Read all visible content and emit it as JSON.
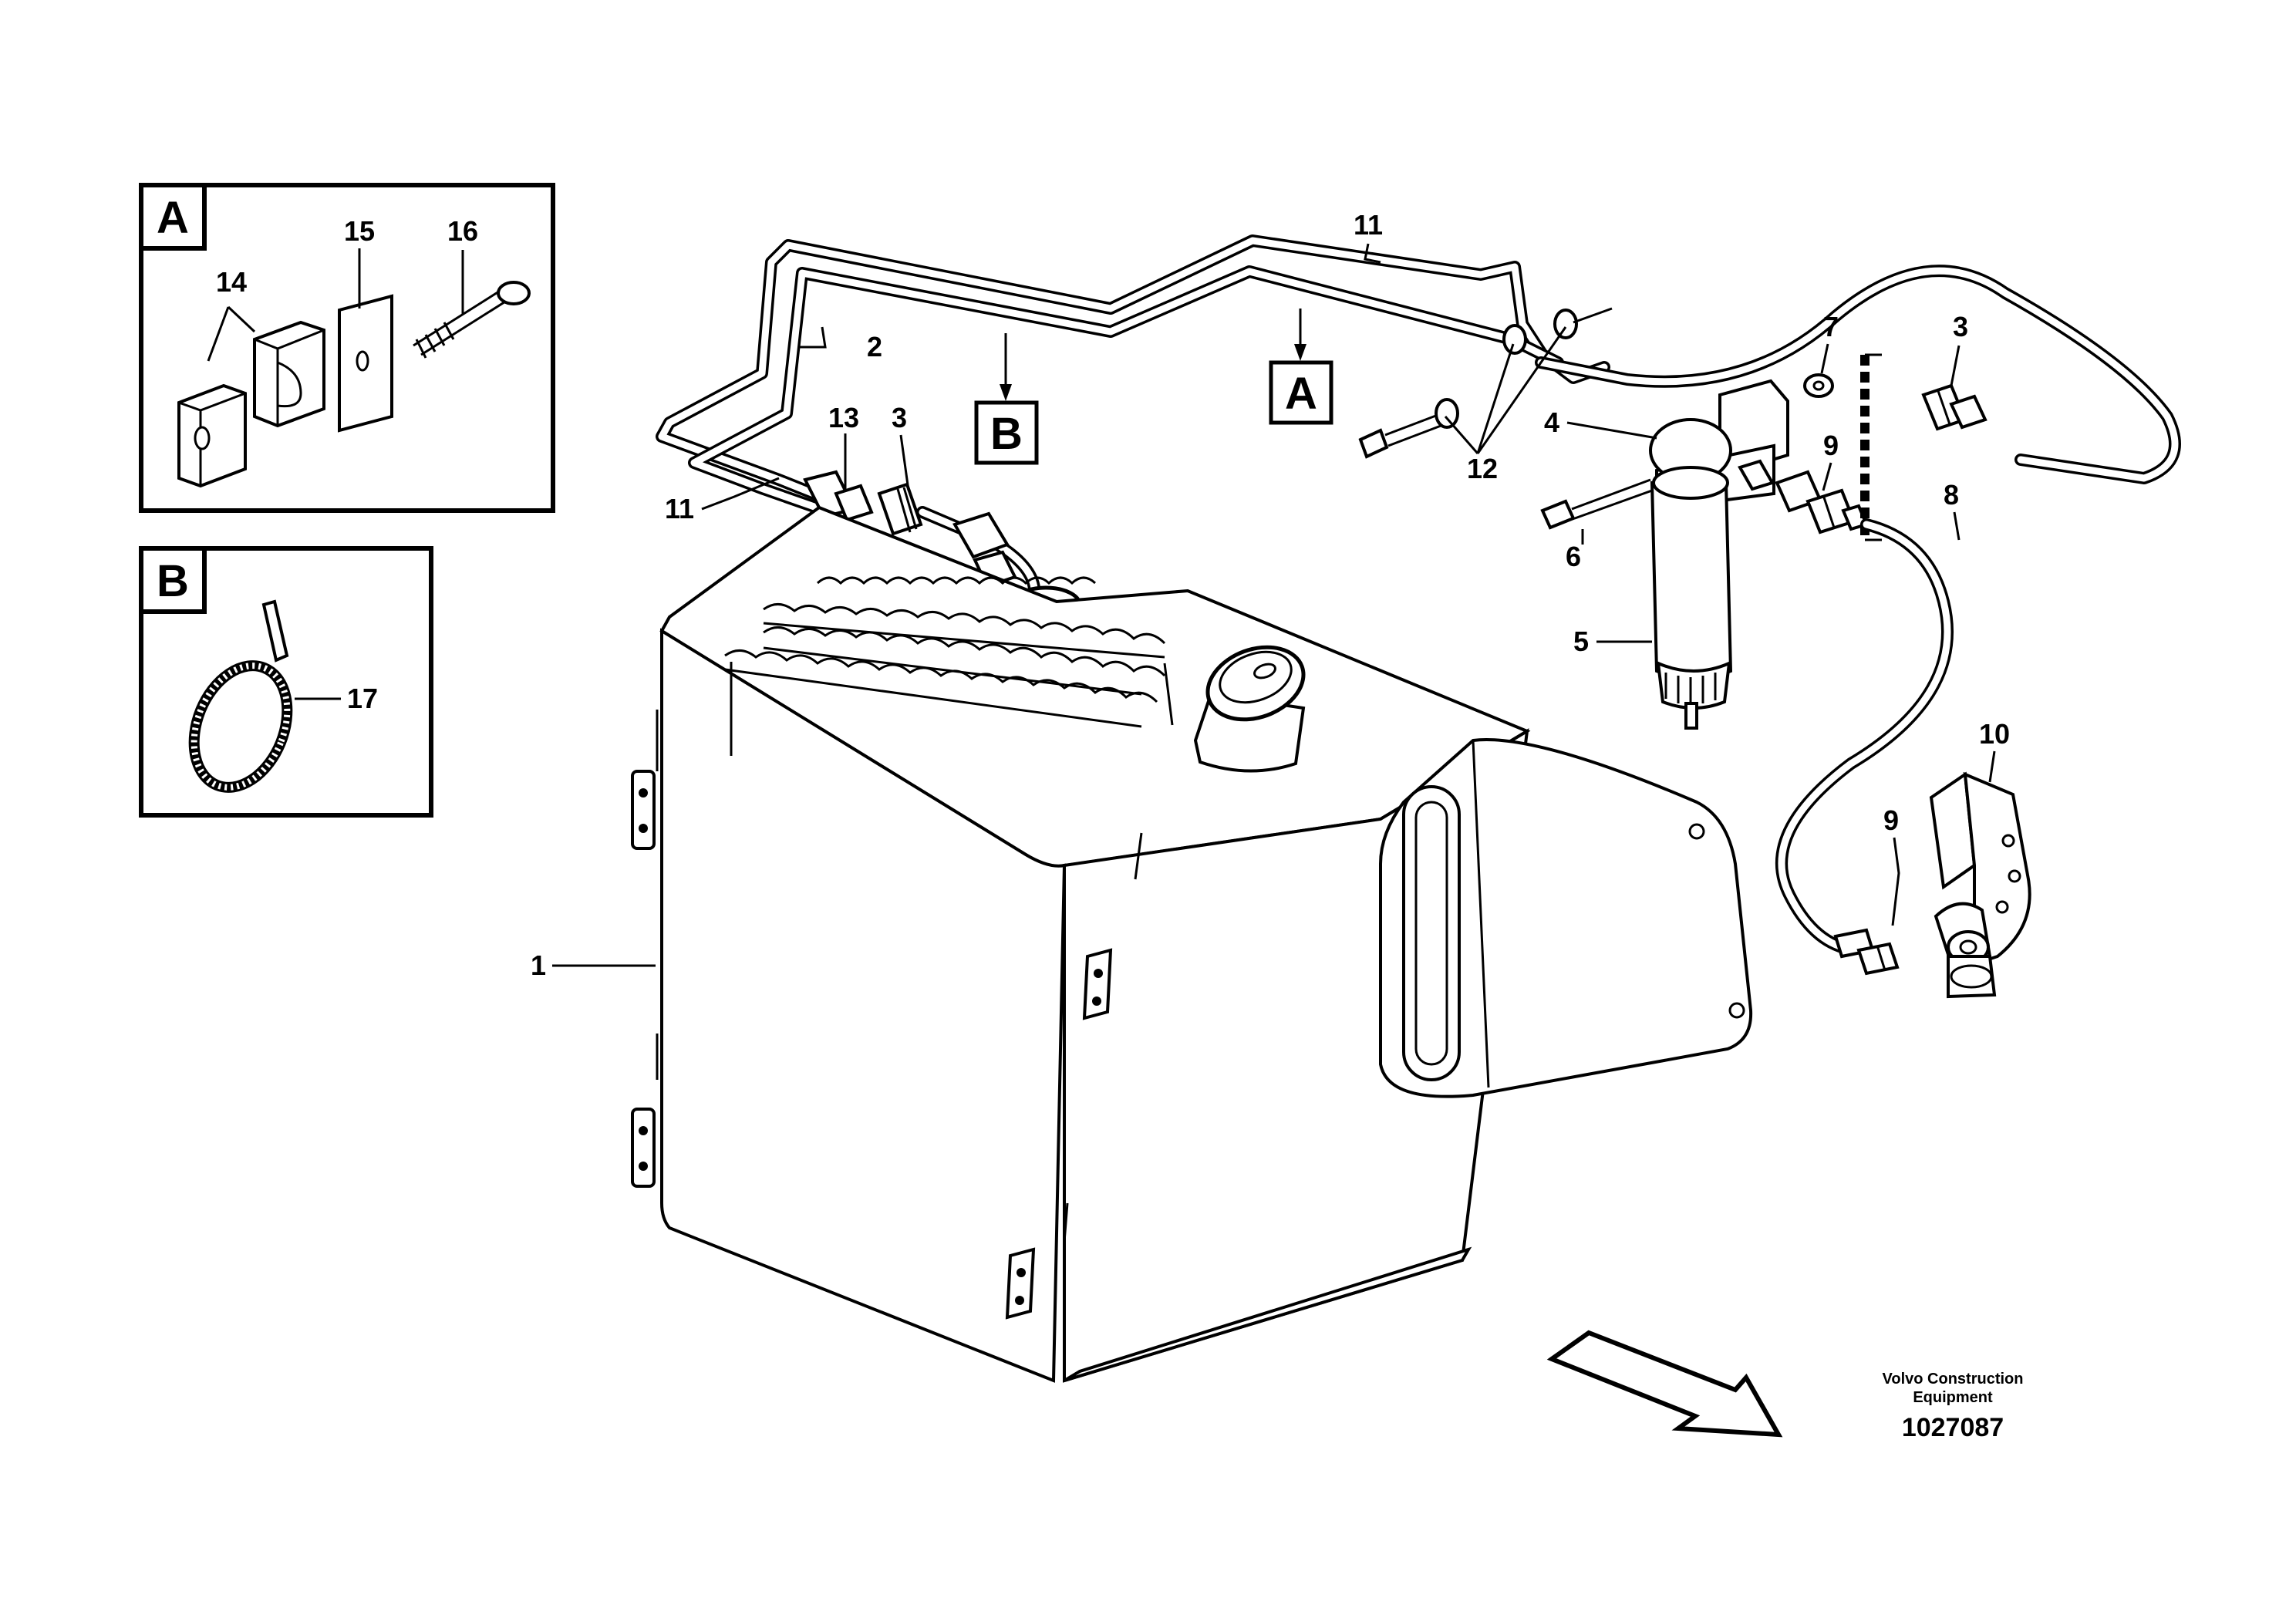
{
  "detail_boxes": [
    {
      "letter": "A"
    },
    {
      "letter": "B"
    }
  ],
  "callouts": {
    "p1": "1",
    "p2": "2",
    "p3a": "3",
    "p3b": "3",
    "p4": "4",
    "p5": "5",
    "p6": "6",
    "p7": "7",
    "p8": "8",
    "p9a": "9",
    "p9b": "9",
    "p10": "10",
    "p11a": "11",
    "p11b": "11",
    "p12": "12",
    "p13": "13",
    "p14": "14",
    "p15": "15",
    "p16": "16",
    "p17": "17"
  },
  "view_markers": {
    "a": "A",
    "b": "B"
  },
  "credit": {
    "line1": "Volvo Construction",
    "line2": "Equipment",
    "drawing_number": "1027087"
  }
}
